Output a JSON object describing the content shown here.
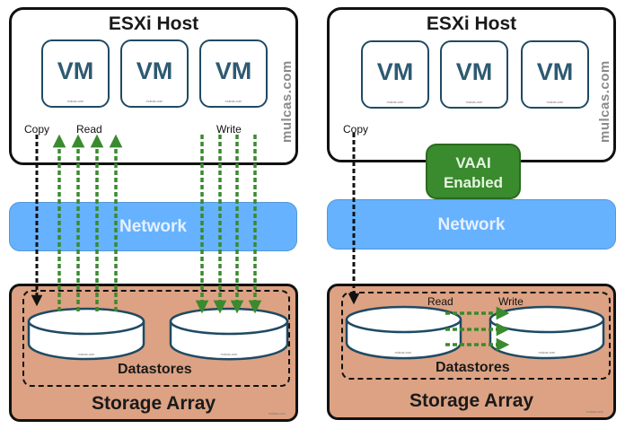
{
  "panels": [
    {
      "id": "without-vaai",
      "host": {
        "title": "ESXi Host",
        "watermark": "mulcas.com"
      },
      "vms": [
        {
          "label": "VM",
          "watermark": "mulcas.com"
        },
        {
          "label": "VM",
          "watermark": "mulcas.com"
        },
        {
          "label": "VM",
          "watermark": "mulcas.com"
        }
      ],
      "flow_labels": {
        "copy": "Copy",
        "read": "Read",
        "write": "Write"
      },
      "network": {
        "label": "Network"
      },
      "datastores": {
        "label": "Datastores",
        "disk_watermark": "mulcas.com"
      },
      "storage": {
        "label": "Storage Array",
        "watermark": "mulcas.com"
      }
    },
    {
      "id": "with-vaai",
      "host": {
        "title": "ESXi Host",
        "watermark": "mulcas.com"
      },
      "vms": [
        {
          "label": "VM",
          "watermark": "mulcas.com"
        },
        {
          "label": "VM",
          "watermark": "mulcas.com"
        },
        {
          "label": "VM",
          "watermark": "mulcas.com"
        }
      ],
      "flow_labels": {
        "copy": "Copy",
        "read": "Read",
        "write": "Write"
      },
      "vaai": {
        "line1": "VAAI",
        "line2": "Enabled"
      },
      "network": {
        "label": "Network"
      },
      "datastores": {
        "label": "Datastores",
        "disk_watermark": "mulcas.com"
      },
      "storage": {
        "label": "Storage Array",
        "watermark": "mulcas.com"
      }
    }
  ],
  "colors": {
    "network": "#66b2ff",
    "storage": "#dca283",
    "vaai": "#3a8a2e",
    "arrow_green": "#3a8a2e",
    "vm_border": "#1f4a63"
  }
}
